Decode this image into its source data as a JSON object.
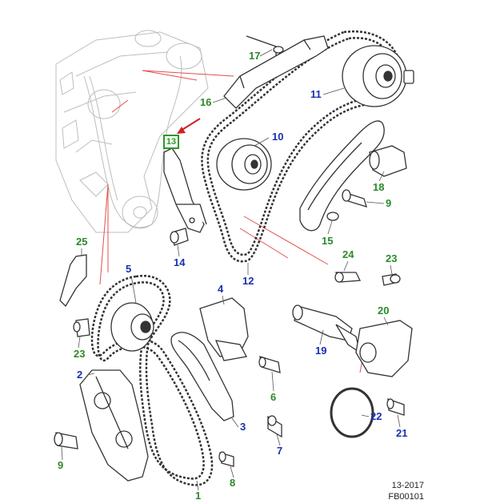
{
  "colors": {
    "green_label": "#2a8a2a",
    "blue_label": "#1a2fb0",
    "leader_red": "#e05050",
    "badge_green": "#2a9a2a",
    "line_dark": "#222222",
    "ghost_gray": "#b9b9b9"
  },
  "badge": {
    "text": "13"
  },
  "footer": {
    "date": "13-2017",
    "code": "FB00101"
  },
  "callouts": {
    "c17": "17",
    "c16": "16",
    "c11": "11",
    "c10": "10",
    "c18": "18",
    "c9a": "9",
    "c15": "15",
    "c25": "25",
    "c14": "14",
    "c24": "24",
    "c23a": "23",
    "c12": "12",
    "c5": "5",
    "c4": "4",
    "c20": "20",
    "c23b": "23",
    "c19": "19",
    "c2": "2",
    "c6": "6",
    "c3": "3",
    "c22": "22",
    "c21": "21",
    "c9b": "9",
    "c7": "7",
    "c8": "8",
    "c1": "1"
  }
}
